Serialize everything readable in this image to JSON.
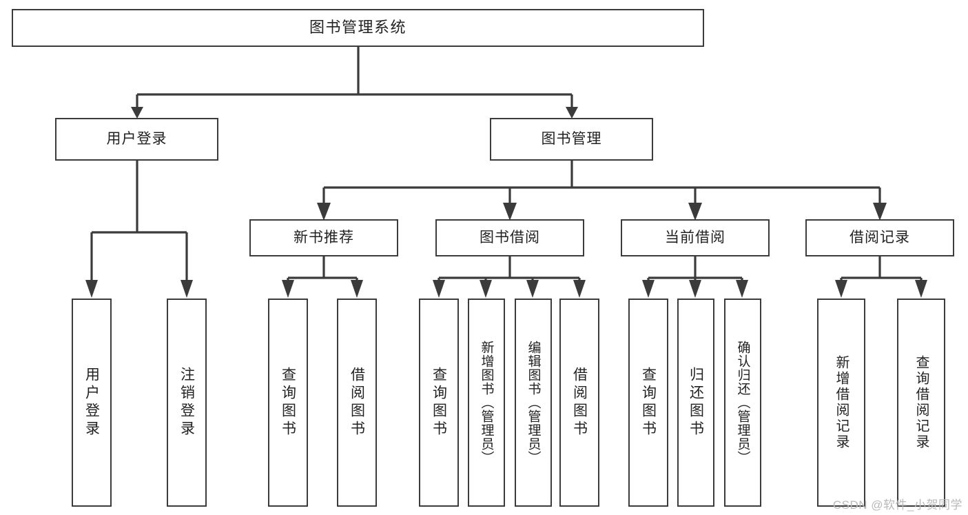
{
  "diagram": {
    "title": "图书管理系统",
    "type": "hierarchy-tree",
    "watermark": "CSDN @软件_小贺同学",
    "colors": {
      "background": "#ffffff",
      "stroke": "#3b3b3b",
      "text": "#222222",
      "watermark": "#b9b9b9"
    },
    "root": {
      "label": "图书管理系统"
    },
    "level2": [
      {
        "label": "用户登录"
      },
      {
        "label": "图书管理"
      }
    ],
    "level3": [
      {
        "label": "新书推荐"
      },
      {
        "label": "图书借阅"
      },
      {
        "label": "当前借阅"
      },
      {
        "label": "借阅记录"
      }
    ],
    "leaves": {
      "user_login": [
        {
          "label": "用户登录"
        },
        {
          "label": "注销登录"
        }
      ],
      "new_book_recommend": [
        {
          "label": "查询图书"
        },
        {
          "label": "借阅图书"
        }
      ],
      "book_borrow": [
        {
          "label": "查询图书"
        },
        {
          "label": "新增图书（管理员）"
        },
        {
          "label": "编辑图书（管理员）"
        },
        {
          "label": "借阅图书"
        }
      ],
      "current_borrow": [
        {
          "label": "查询图书"
        },
        {
          "label": "归还图书"
        },
        {
          "label": "确认归还（管理员）"
        }
      ],
      "borrow_record": [
        {
          "label": "新增借阅记录"
        },
        {
          "label": "查询借阅记录"
        }
      ]
    }
  }
}
